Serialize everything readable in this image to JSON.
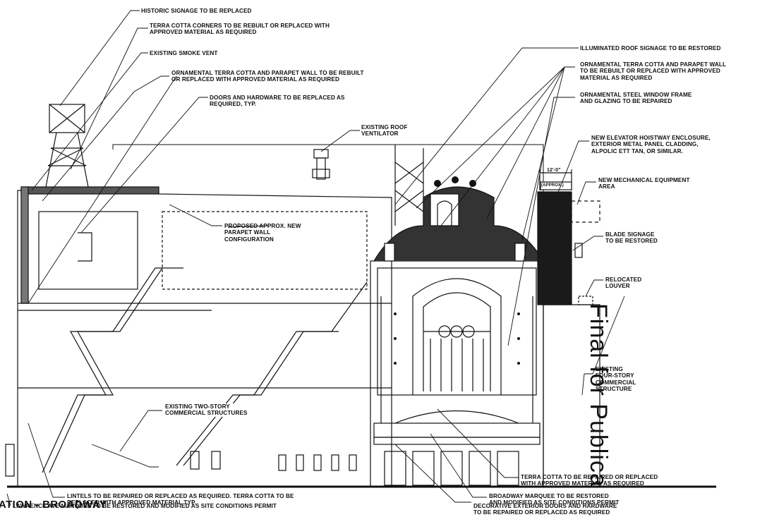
{
  "title": "ATION - BROADWAY",
  "side_text": "Final for Publica",
  "notes": {
    "historic_signage": "HISTORIC SIGNAGE TO BE REPLACED",
    "terra_cotta_corners": "TERRA COTTA CORNERS TO BE REBUILT OR REPLACED WITH\nAPPROVED MATERIAL AS REQUIRED",
    "smoke_vent": "EXISTING SMOKE VENT",
    "ornamental_tc_parapet_left": "ORNAMENTAL TERRA COTTA AND PARAPET WALL TO BE REBUILT\nOR REPLACED WITH APPROVED MATERIAL AS REQUIRED",
    "doors_hardware": "DOORS AND HARDWARE TO BE REPLACED AS\nREQUIRED, TYP.",
    "roof_ventilator": "EXISTING ROOF\nVENTILATOR",
    "proposed_parapet": "PROPOSED APPROX. NEW\nPARAPET WALL\nCONFIGURATION",
    "illuminated_roof_signage": "ILLUMINATED ROOF SIGNAGE TO BE RESTORED",
    "ornamental_tc_parapet_right": "ORNAMENTAL TERRA COTTA AND PARAPET WALL\nTO BE REBUILT OR REPLACED WITH APPROVED\nMATERIAL AS REQUIRED",
    "steel_window_frame": "ORNAMENTAL STEEL WINDOW FRAME\nAND GLAZING TO BE REPAIRED",
    "elevator_hoistway": "NEW ELEVATOR HOISTWAY ENCLOSURE,\nEXTERIOR METAL PANEL CLADDING,\nALPOLIC ETT TAN, OR SIMILAR.",
    "dimension": "12'-0\"",
    "dimension_tag": "(APPROX.)",
    "mechanical_area": "NEW MECHANICAL EQUIPMENT\nAREA",
    "blade_signage": "BLADE SIGNAGE\nTO BE RESTORED",
    "relocated_louver": "RELOCATED\nLOUVER",
    "four_story": "EXISTING\nFOUR-STORY\nCOMMERCIAL\nSTRUCTURE",
    "two_story": "EXISTING TWO-STORY\nCOMMERCIAL STRUCTURES",
    "lintels": "LINTELS TO BE REPAIRED OR REPLACED AS REQUIRED. TERRA COTTA TO BE\nREPLACED WITH APPROVED MATERIAL TYP.",
    "lawrence_marquee": "LAWRENCE AVE MARQUEE TO BE RESTORED AND MODIFIED AS SITE CONDITIONS PERMIT",
    "terra_cotta_repair": "TERRA COTTA TO BE REPAIRED OR REPLACED\nWITH APPROVED MATERIAL AS REQUIRED",
    "broadway_marquee": "BROADWAY MARQUEE TO BE RESTORED\nAND MODIFIED AS SITE CONDITIONS PERMIT",
    "decorative_doors": "DECORATIVE EXTERIOR DOORS AND HARDWARE\nTO BE REPAIRED OR REPLACED AS REQUIRED"
  }
}
